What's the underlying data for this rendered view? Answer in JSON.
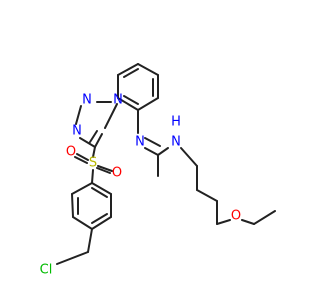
{
  "molecule": {
    "atoms": [
      {
        "id": "n1",
        "symbol": "N",
        "color": "#0000ff"
      },
      {
        "id": "n2",
        "symbol": "N",
        "color": "#0000ff"
      },
      {
        "id": "n3",
        "symbol": "N",
        "color": "#0000ff"
      },
      {
        "id": "n4",
        "symbol": "N",
        "color": "#0000ff"
      },
      {
        "id": "nh",
        "symbol": "N",
        "color": "#0000ff"
      },
      {
        "id": "h",
        "symbol": "H",
        "color": "#0000ff"
      },
      {
        "id": "s",
        "symbol": "S",
        "color": "#b8b800"
      },
      {
        "id": "o1",
        "symbol": "O",
        "color": "#ff0000"
      },
      {
        "id": "o2",
        "symbol": "O",
        "color": "#ff0000"
      },
      {
        "id": "oe",
        "symbol": "O",
        "color": "#ff0000"
      },
      {
        "id": "cl",
        "symbol": "Cl",
        "color": "#00bb00"
      }
    ],
    "bond_color": "#222222"
  }
}
